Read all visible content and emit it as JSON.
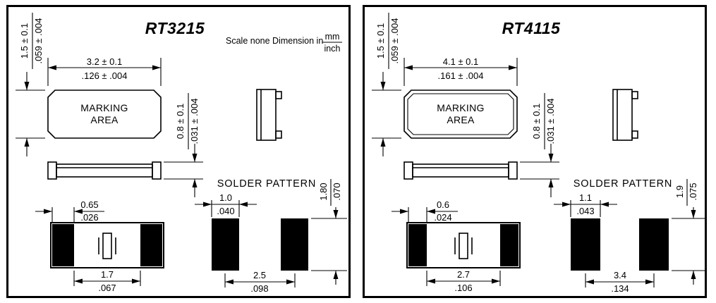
{
  "panels": [
    {
      "title": "RT3215",
      "scale_note": {
        "text": "Scale none  Dimension in",
        "unit_top": "mm",
        "unit_bottom": "inch"
      },
      "marking_area": {
        "line1": "MARKING",
        "line2": "AREA"
      },
      "solder_pattern_label": "SOLDER PATTERN",
      "dims": {
        "body_width": {
          "mm": "3.2 ± 0.1",
          "inch": ".126 ± .004"
        },
        "body_height": {
          "mm": "1.5 ± 0.1",
          "inch": ".059 ± .004"
        },
        "body_thickness": {
          "mm": "0.8 ± 0.1",
          "inch": ".031 ± .004"
        },
        "pad_width": {
          "mm": "0.65",
          "inch": ".026"
        },
        "pad_gap": {
          "mm": "1.7",
          "inch": ".067"
        },
        "land_width": {
          "mm": "1.0",
          "inch": ".040"
        },
        "land_height": {
          "mm": "1.80",
          "inch": ".070"
        },
        "land_pitch": {
          "mm": "2.5",
          "inch": ".098"
        }
      }
    },
    {
      "title": "RT4115",
      "marking_area": {
        "line1": "MARKING",
        "line2": "AREA"
      },
      "solder_pattern_label": "SOLDER PATTERN",
      "dims": {
        "body_width": {
          "mm": "4.1 ± 0.1",
          "inch": ".161 ± .004"
        },
        "body_height": {
          "mm": "1.5 ± 0.1",
          "inch": ".059 ± .004"
        },
        "body_thickness": {
          "mm": "0.8 ± 0.1",
          "inch": ".031 ± .004"
        },
        "pad_width": {
          "mm": "0.6",
          "inch": ".024"
        },
        "pad_gap": {
          "mm": "2.7",
          "inch": ".106"
        },
        "land_width": {
          "mm": "1.1",
          "inch": ".043"
        },
        "land_height": {
          "mm": "1.9",
          "inch": ".075"
        },
        "land_pitch": {
          "mm": "3.4",
          "inch": ".134"
        }
      }
    }
  ]
}
